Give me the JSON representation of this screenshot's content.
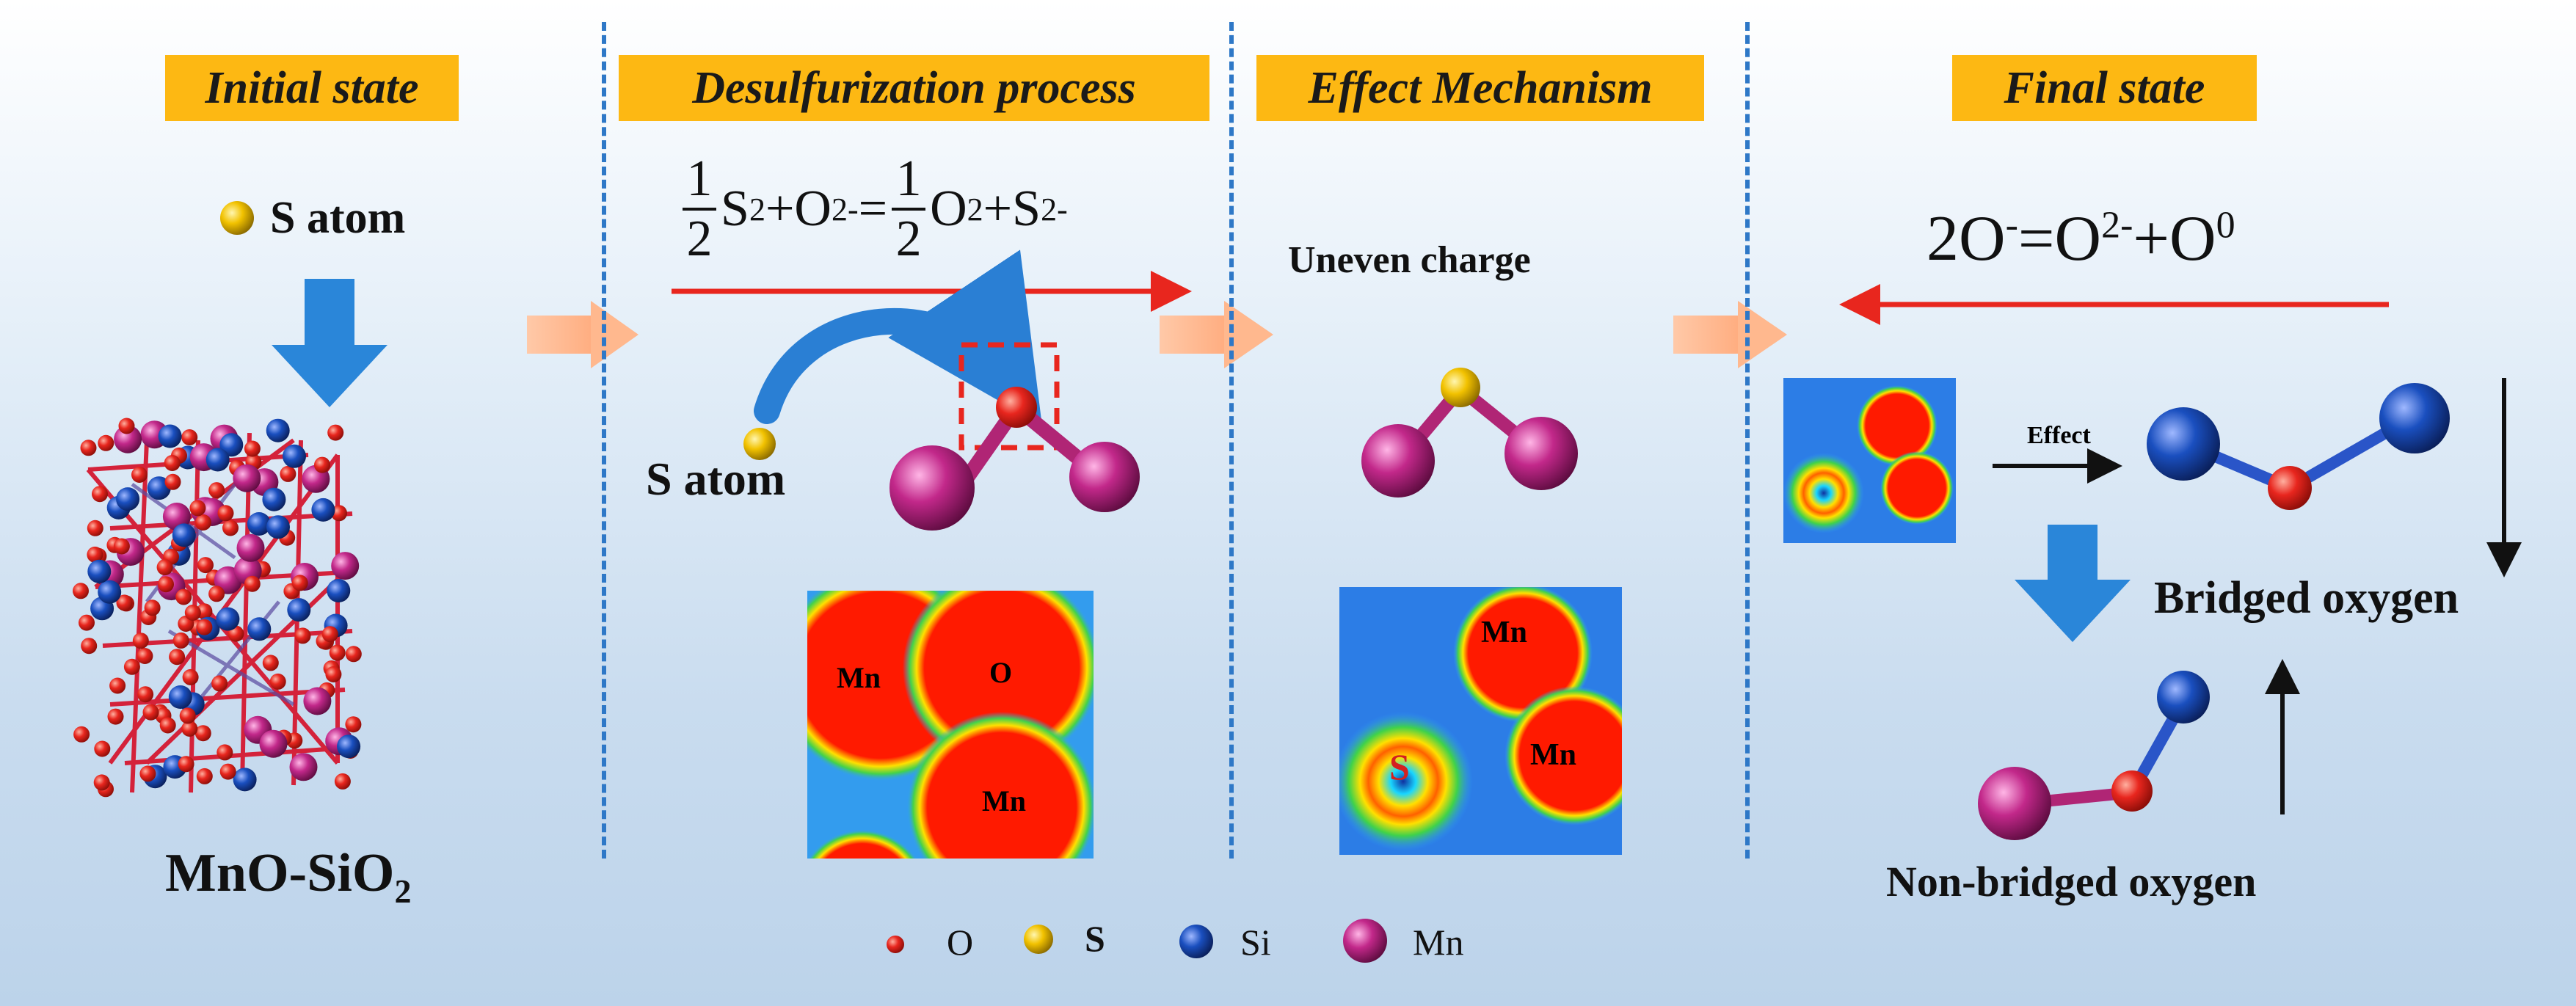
{
  "panels": {
    "initial": {
      "title": "Initial state",
      "s_atom": "S atom",
      "material": "MnO-SiO",
      "material_sub": "2"
    },
    "desulf": {
      "title": "Desulfurization process",
      "eq": {
        "half1": "1",
        "den1": "2",
        "s2": "S",
        "s2sub": "2",
        "plus_o": "+O",
        "o_sup": "2-",
        "eqsign": "=",
        "half2": "1",
        "den2": "2",
        "o2": "O",
        "o2sub": "2",
        "plus_s": "+S",
        "s_sup": "2-"
      },
      "s_atom": "S atom",
      "map_labels": [
        "Mn",
        "O",
        "Mn"
      ]
    },
    "effect": {
      "title": "Effect Mechanism",
      "caption": "Uneven charge",
      "map_labels": [
        "Mn",
        "S",
        "Mn"
      ]
    },
    "final": {
      "title": "Final state",
      "eq": {
        "a": "2O",
        "a_sup": "-",
        "b": "=O",
        "b_sup": "2-",
        "c": "+O",
        "c_sup": "0"
      },
      "effect_label": "Effect",
      "bridged": "Bridged oxygen",
      "nonbridged": "Non-bridged oxygen"
    }
  },
  "legend": [
    {
      "symbol": "O",
      "color": "#e8261e"
    },
    {
      "symbol": "S",
      "color": "#f2c200"
    },
    {
      "symbol": "Si",
      "color": "#1a4fbf"
    },
    {
      "symbol": "Mn",
      "color": "#c2288a"
    }
  ]
}
